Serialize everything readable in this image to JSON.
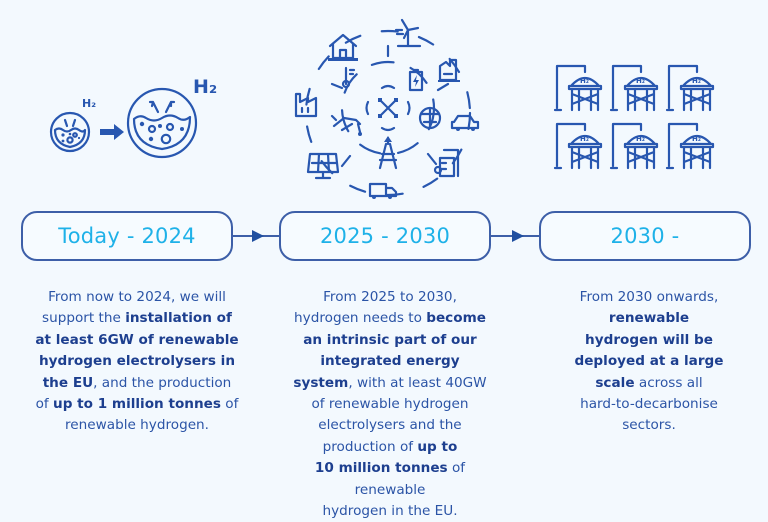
{
  "colors": {
    "background": "#f3f9fe",
    "box_border": "#3d5fa8",
    "stage_label": "#1eb1e8",
    "body_text": "#2b54a6",
    "bold_text": "#1d3f8f",
    "icon": "#2857b0"
  },
  "illustrations": {
    "stage1": {
      "icon": "hydrogen-bubble-scale-up-icon",
      "small_label": "H₂",
      "large_label": "H₂"
    },
    "stage2": {
      "icon": "integrated-energy-system-cycle-icon"
    },
    "stage3": {
      "icon": "hydrogen-storage-tanks-grid-icon",
      "tank_label": "H₂",
      "tank_count": 6
    }
  },
  "stages": [
    {
      "label": "Today - 2024",
      "description": [
        {
          "text": "From now to 2024, we will support the ",
          "bold": false
        },
        {
          "text": "installation of at least 6GW of renewable hydrogen electrolysers in the EU",
          "bold": true
        },
        {
          "text": ", and the production of ",
          "bold": false
        },
        {
          "text": "up to 1 million tonnes",
          "bold": true
        },
        {
          "text": " of renewable hydrogen.",
          "bold": false
        }
      ]
    },
    {
      "label": "2025 - 2030",
      "description": [
        {
          "text": "From 2025 to 2030, hydrogen needs to ",
          "bold": false
        },
        {
          "text": "become an intrinsic part of our integrated energy system",
          "bold": true
        },
        {
          "text": ", with at least 40GW of renewable hydrogen electrolysers and the production of ",
          "bold": false
        },
        {
          "text": "up to 10 million tonnes",
          "bold": true
        },
        {
          "text": " of renewable hydrogen in the EU.",
          "bold": false
        }
      ]
    },
    {
      "label": "2030 -",
      "description": [
        {
          "text": "From 2030 onwards, ",
          "bold": false
        },
        {
          "text": "renewable hydrogen will be deployed at a large scale",
          "bold": true
        },
        {
          "text": " across all hard-to-decarbonise sectors.",
          "bold": false
        }
      ]
    }
  ],
  "desc_lines": {
    "s1": [
      "From now to 2024, we will",
      "support the ",
      "installation of",
      "at least 6GW of renewable",
      "hydrogen electrolysers in",
      "the EU",
      ", and the production",
      "of ",
      "up to 1 million tonnes",
      " of",
      "renewable hydrogen."
    ],
    "s2": [
      "From 2025 to 2030,",
      "hydrogen needs to ",
      "become",
      "an intrinsic part of our",
      "integrated energy",
      "system",
      ", with at least 40GW",
      "of renewable hydrogen",
      "electrolysers and the",
      "production of ",
      "up to",
      "10 million tonnes",
      " of",
      "renewable",
      "hydrogen in the EU."
    ],
    "s3": [
      "From 2030 onwards,",
      "renewable",
      "hydrogen will be",
      "deployed at a large",
      "scale",
      " across all",
      "hard-to-decarbonise",
      "sectors."
    ]
  }
}
